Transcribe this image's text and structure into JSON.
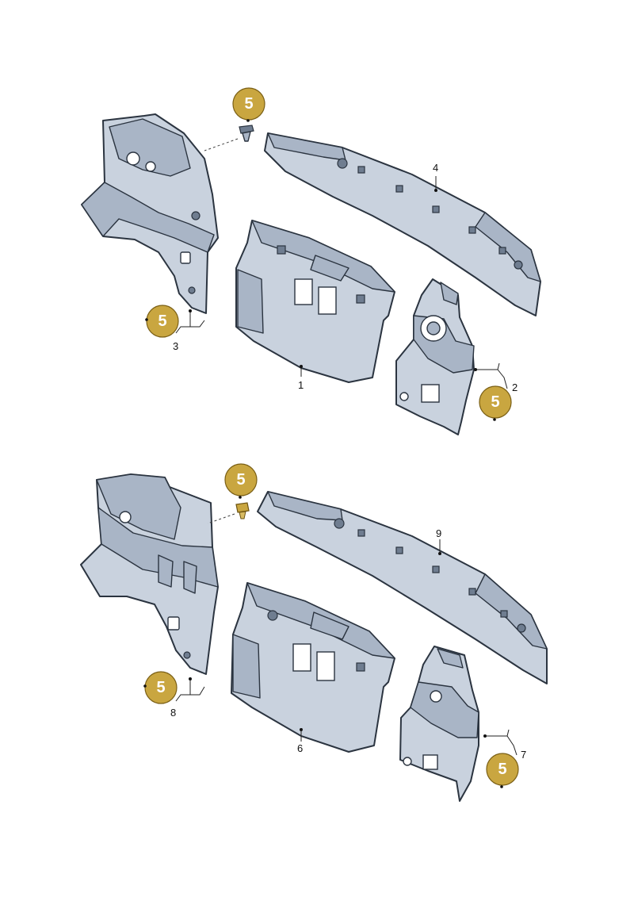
{
  "colors": {
    "part_fill": "#c9d2de",
    "part_shade": "#a9b5c6",
    "outline": "#2b3440",
    "badge": "#c9a640"
  },
  "upper": {
    "callouts": {
      "p1": "1",
      "p2": "2",
      "p3": "3",
      "p4": "4"
    },
    "badges": {
      "screw": "5",
      "left": "5",
      "right": "5"
    }
  },
  "lower": {
    "callouts": {
      "p6": "6",
      "p7": "7",
      "p8": "8",
      "p9": "9"
    },
    "badges": {
      "screw": "5",
      "left": "5",
      "right": "5"
    }
  }
}
